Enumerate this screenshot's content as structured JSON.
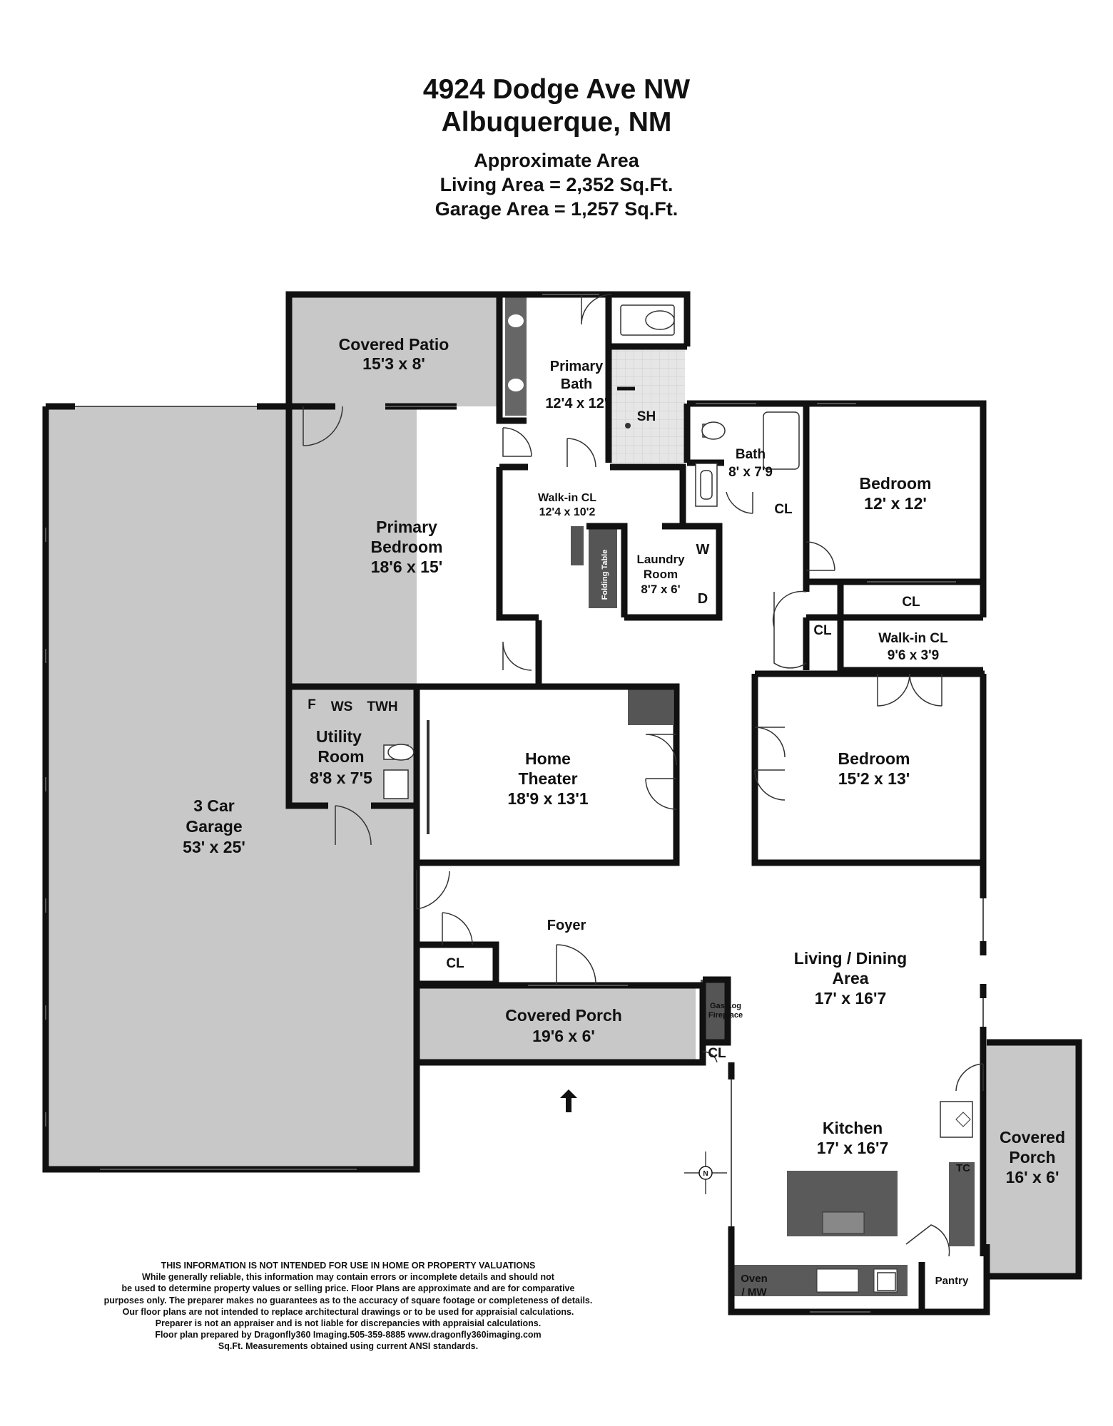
{
  "header": {
    "address_line1": "4924 Dodge Ave NW",
    "address_line2": "Albuquerque, NM",
    "area_title": "Approximate Area",
    "living_area": "Living Area = 2,352 Sq.Ft.",
    "garage_area": "Garage Area = 1,257 Sq.Ft."
  },
  "rooms": {
    "covered_patio": {
      "name": "Covered Patio",
      "dims": "15'3 x 8'"
    },
    "primary_bath": {
      "name1": "Primary",
      "name2": "Bath",
      "dims": "12'4 x 12'"
    },
    "shower": {
      "name": "SH"
    },
    "bath": {
      "name": "Bath",
      "dims": "8' x 7'9"
    },
    "bedroom_1": {
      "name": "Bedroom",
      "dims": "12' x 12'"
    },
    "primary_bedroom": {
      "name1": "Primary",
      "name2": "Bedroom",
      "dims": "18'6 x 15'"
    },
    "walkin_cl_primary": {
      "name": "Walk-in  CL",
      "dims": "12'4 x 10'2"
    },
    "folding_table": {
      "name": "Folding Table"
    },
    "laundry": {
      "name1": "Laundry",
      "name2": "Room",
      "dims": "8'7 x 6'",
      "washer": "W",
      "dryer": "D"
    },
    "cl_bath": {
      "name": "CL"
    },
    "cl_bed1": {
      "name": "CL"
    },
    "cl_hall": {
      "name": "CL"
    },
    "walkin_cl_bed2": {
      "name": "Walk-in CL",
      "dims": "9'6 x 3'9"
    },
    "utility": {
      "name1": "Utility",
      "name2": "Room",
      "dims": "8'8 x 7'5",
      "f": "F",
      "ws": "WS",
      "twh": "TWH"
    },
    "home_theater": {
      "name1": "Home",
      "name2": "Theater",
      "dims": "18'9 x 13'1"
    },
    "bedroom_2": {
      "name": "Bedroom",
      "dims": "15'2 x 13'"
    },
    "garage": {
      "name1": "3 Car",
      "name2": "Garage",
      "dims": "53' x 25'"
    },
    "foyer": {
      "name": "Foyer"
    },
    "cl_foyer": {
      "name": "CL"
    },
    "living_dining": {
      "name1": "Living / Dining",
      "name2": "Area",
      "dims": "17' x 16'7"
    },
    "covered_porch_front": {
      "name": "Covered Porch",
      "dims": "19'6 x 6'"
    },
    "fireplace": {
      "name1": "Gas Log",
      "name2": "Fireplace"
    },
    "cl_fireplace": {
      "name": "CL"
    },
    "kitchen": {
      "name": "Kitchen",
      "dims": "17' x 16'7"
    },
    "covered_porch_side": {
      "name1": "Covered",
      "name2": "Porch",
      "dims": "16' x 6'"
    },
    "tc": {
      "name": "TC"
    },
    "oven_mw": {
      "name1": "Oven",
      "name2": "/ MW"
    },
    "pantry": {
      "name": "Pantry"
    }
  },
  "compass": {
    "label": "N"
  },
  "disclaimer": [
    "THIS INFORMATION IS NOT INTENDED FOR USE IN HOME OR PROPERTY VALUATIONS",
    "While generally reliable, this information may contain errors or incomplete details and should not",
    "be used to determine property values or selling price. Floor Plans are approximate and are for comparative",
    "purposes only. The preparer makes no guarantees as to the accuracy of square footage or completeness of details.",
    "Our floor plans are not intended to replace architectural drawings or to be used for appraisial calculations.",
    "Preparer is not an appraiser and is not liable for discrepancies with appraisial calculations.",
    "Floor plan prepared by Dragonfly360 Imaging.505-359-8885  www.dragonfly360imaging.com",
    "Sq.Ft. Measurements obtained using current ANSI standards."
  ],
  "colors": {
    "wall": "#111111",
    "gray_area": "#c8c8c8",
    "counter": "#555555",
    "shower_tile": "#e4e4e4"
  }
}
